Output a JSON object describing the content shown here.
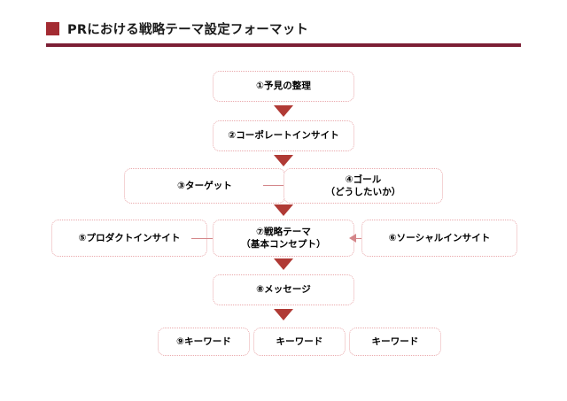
{
  "header": {
    "title": "PRにおける戦略テーマ設定フォーマット",
    "bullet_icon": "square-bullet-icon",
    "accent_color": "#a32b32",
    "rule_color": "#7c1f35"
  },
  "diagram": {
    "box_border_color": "#e9a8ab",
    "arrow_color": "#b03a35",
    "thin_arrow_color": "#d4868a",
    "nodes": [
      {
        "id": "n1",
        "label": "①予見の整理"
      },
      {
        "id": "n2",
        "label": "②コーポレートインサイト"
      },
      {
        "id": "n3",
        "label": "③ターゲット"
      },
      {
        "id": "n4",
        "label": "④ゴール\n（どうしたいか）"
      },
      {
        "id": "n5",
        "label": "⑤プロダクトインサイト"
      },
      {
        "id": "n7",
        "label": "⑦戦略テーマ\n（基本コンセプト）"
      },
      {
        "id": "n6",
        "label": "⑥ソーシャルインサイト"
      },
      {
        "id": "n8",
        "label": "⑧メッセージ"
      },
      {
        "id": "n9a",
        "label": "⑨キーワード"
      },
      {
        "id": "n9b",
        "label": "キーワード"
      },
      {
        "id": "n9c",
        "label": "キーワード"
      }
    ],
    "connectors": [
      {
        "id": "c1",
        "type": "arrow-down",
        "from": "n1",
        "to": "n2"
      },
      {
        "id": "c2",
        "type": "arrow-down",
        "from": "n2",
        "to": "n3n4"
      },
      {
        "id": "c3",
        "type": "arrow-right",
        "from": "n3",
        "to": "n4"
      },
      {
        "id": "c4",
        "type": "arrow-down",
        "from": "n3n4",
        "to": "n7"
      },
      {
        "id": "c5",
        "type": "arrow-right",
        "from": "n5",
        "to": "n7"
      },
      {
        "id": "c6",
        "type": "arrow-left",
        "from": "n6",
        "to": "n7"
      },
      {
        "id": "c7",
        "type": "arrow-down",
        "from": "n7",
        "to": "n8"
      },
      {
        "id": "c8",
        "type": "arrow-down",
        "from": "n8",
        "to": "n9"
      }
    ]
  }
}
